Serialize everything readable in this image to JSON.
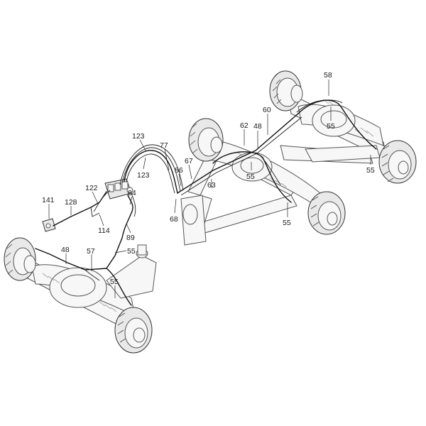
{
  "diagram": {
    "callouts": [
      "58",
      "60",
      "62",
      "48",
      "55",
      "55",
      "123",
      "77",
      "67",
      "86",
      "63",
      "55",
      "123",
      "68",
      "122",
      "84",
      "141",
      "128",
      "114",
      "89",
      "55",
      "48",
      "57",
      "55",
      "55"
    ]
  }
}
